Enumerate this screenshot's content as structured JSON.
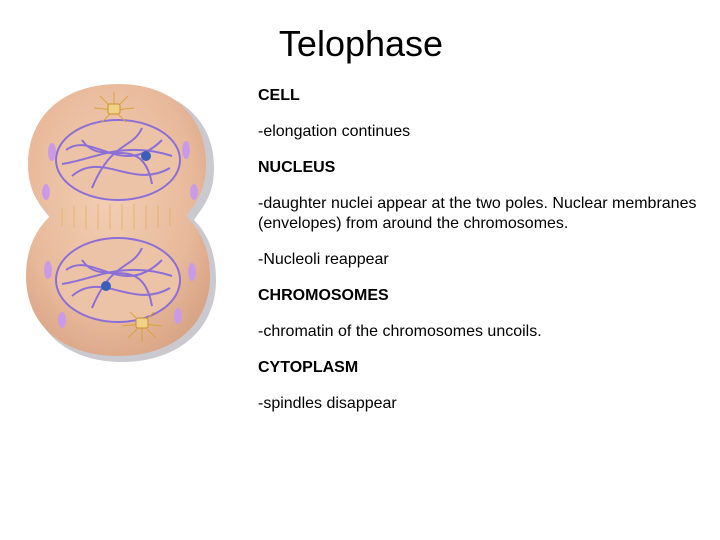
{
  "slide": {
    "title": "Telophase",
    "sections": [
      {
        "heading": "CELL",
        "text": "-elongation continues"
      },
      {
        "heading": "NUCLEUS",
        "text": "-daughter nuclei appear at the two poles. Nuclear membranes (envelopes) from around the chromosomes."
      },
      {
        "heading": "",
        "text": "-Nucleoli reappear"
      },
      {
        "heading": "CHROMOSOMES",
        "text": "-chromatin of the chromosomes uncoils."
      },
      {
        "heading": "CYTOPLASM",
        "text": "-spindles disappear"
      }
    ]
  },
  "illustration": {
    "cell_color": "#e8b99a",
    "cell_edge_color": "#c9c9cf",
    "chromatin_color": "#8b6fd6",
    "nucleolus_color": "#3a5fb8",
    "centrosome_color": "#d8a43a",
    "vesicle_color": "#c99be6"
  }
}
